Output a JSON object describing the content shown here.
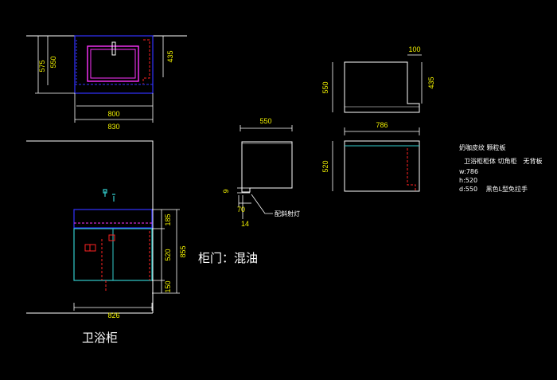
{
  "top_view": {
    "dims": {
      "d575": "575",
      "d550": "550",
      "d435": "435",
      "d800": "800",
      "d830": "830"
    }
  },
  "front_view": {
    "dims": {
      "d185": "185",
      "d520": "520",
      "d150": "150",
      "d855": "855",
      "d826": "826"
    },
    "title": "卫浴柜"
  },
  "side_view": {
    "dims": {
      "d550": "550",
      "d9": "9",
      "d70": "70",
      "d14": "14"
    },
    "callout": "配斜射灯"
  },
  "cabinet_top": {
    "dims": {
      "d100": "100",
      "d550": "550",
      "d435": "435",
      "d786": "786"
    }
  },
  "cabinet_front": {
    "dims": {
      "d520": "520"
    }
  },
  "door_note": "柜门：混油",
  "notes": {
    "line1": "奶咖皮纹 颗粒板",
    "line2": "卫浴柜柜体 切角柜　无背板",
    "line3": "w:786",
    "line4": "h:520",
    "line5": "d:550　 黑色L型免拉手"
  },
  "colors": {
    "background": "#000000",
    "line": "#ffffff",
    "dimension": "#f2f200",
    "basin": "#ff33ff",
    "hidden": "#ff2222",
    "counter": "#3333ff",
    "cabinet_edge": "#33cccc"
  }
}
